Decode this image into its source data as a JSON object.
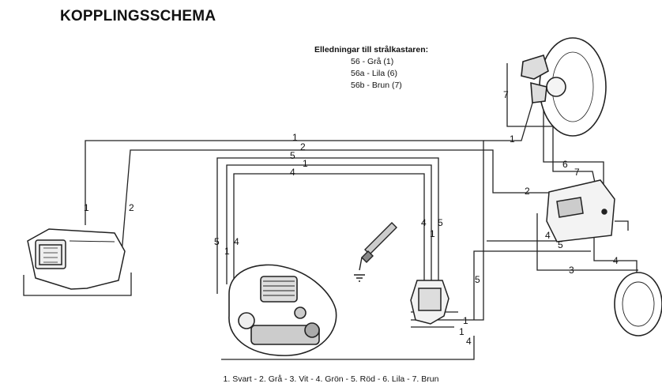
{
  "title": "KOPPLINGSSCHEMA",
  "headlamp_wires": {
    "heading": "Elledningar till strålkastaren:",
    "rows": [
      "56  - Grå (1)",
      "56a - Lila (6)",
      "56b - Brun (7)"
    ]
  },
  "wire_labels": {
    "w1": "1",
    "w2": "2",
    "w3": "3",
    "w4": "4",
    "w5": "5",
    "w6": "6",
    "w7": "7"
  },
  "color_key": "1. Svart - 2. Grå - 3. Vit - 4. Grön - 5. Röd - 6. Lila - 7. Brun"
}
